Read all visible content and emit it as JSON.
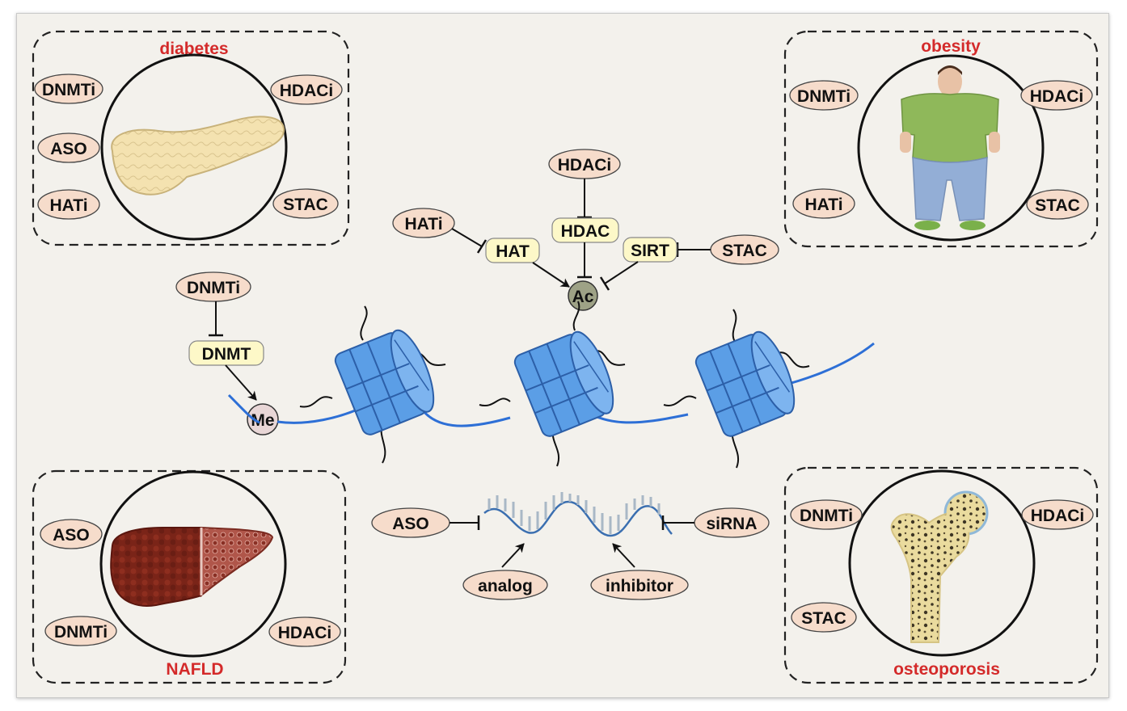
{
  "colors": {
    "disease_label": "#d42a2a",
    "drug_pill_fill": "#f6dccb",
    "enzyme_box_fill": "#fdf8c8",
    "mark_ac_fill": "#9ea286",
    "mark_me_fill": "#e8d6d6",
    "nucleosome": "#5b9ee6",
    "dna": "#2d6fd6",
    "background": "#f3f1ec"
  },
  "panels": {
    "diabetes": {
      "title": "diabetes",
      "drugs": [
        "DNMTi",
        "ASO",
        "HATi",
        "HDACi",
        "STAC"
      ],
      "picture": "pancreas-icon"
    },
    "obesity": {
      "title": "obesity",
      "drugs": [
        "DNMTi",
        "HATi",
        "HDACi",
        "STAC"
      ],
      "picture": "obese-person-icon"
    },
    "nafld": {
      "title": "NAFLD",
      "drugs": [
        "ASO",
        "DNMTi",
        "HDACi"
      ],
      "picture": "liver-icon"
    },
    "osteoporosis": {
      "title": "osteoporosis",
      "drugs": [
        "DNMTi",
        "STAC",
        "HDACi"
      ],
      "picture": "femur-bone-icon"
    }
  },
  "center": {
    "methylation": {
      "inhibitor": "DNMTi",
      "enzyme": "DNMT",
      "mark": "Me"
    },
    "acetylation": {
      "hat_inhibitor": "HATi",
      "hat": "HAT",
      "hdac_inhibitor": "HDACi",
      "hdac": "HDAC",
      "sirt": "SIRT",
      "sirt_activator": "STAC",
      "mark": "Ac"
    },
    "rna": {
      "left_inhibitor": "ASO",
      "right_inhibitor": "siRNA",
      "analog": "analog",
      "inhibitor": "inhibitor"
    }
  }
}
